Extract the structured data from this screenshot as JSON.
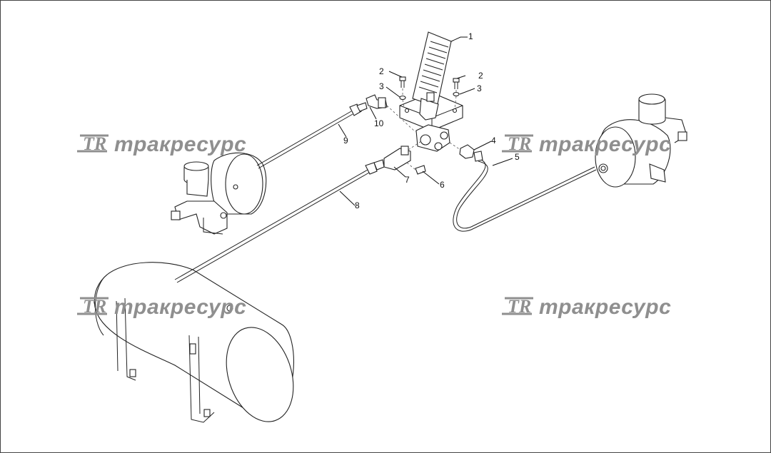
{
  "callouts": [
    {
      "label": "1"
    },
    {
      "label": "2"
    },
    {
      "label": "2"
    },
    {
      "label": "3"
    },
    {
      "label": "3"
    },
    {
      "label": "4"
    },
    {
      "label": "5"
    },
    {
      "label": "6"
    },
    {
      "label": "7"
    },
    {
      "label": "8"
    },
    {
      "label": "9"
    },
    {
      "label": "10"
    }
  ],
  "watermark": {
    "logo": "TR",
    "text": "тракресурс"
  }
}
